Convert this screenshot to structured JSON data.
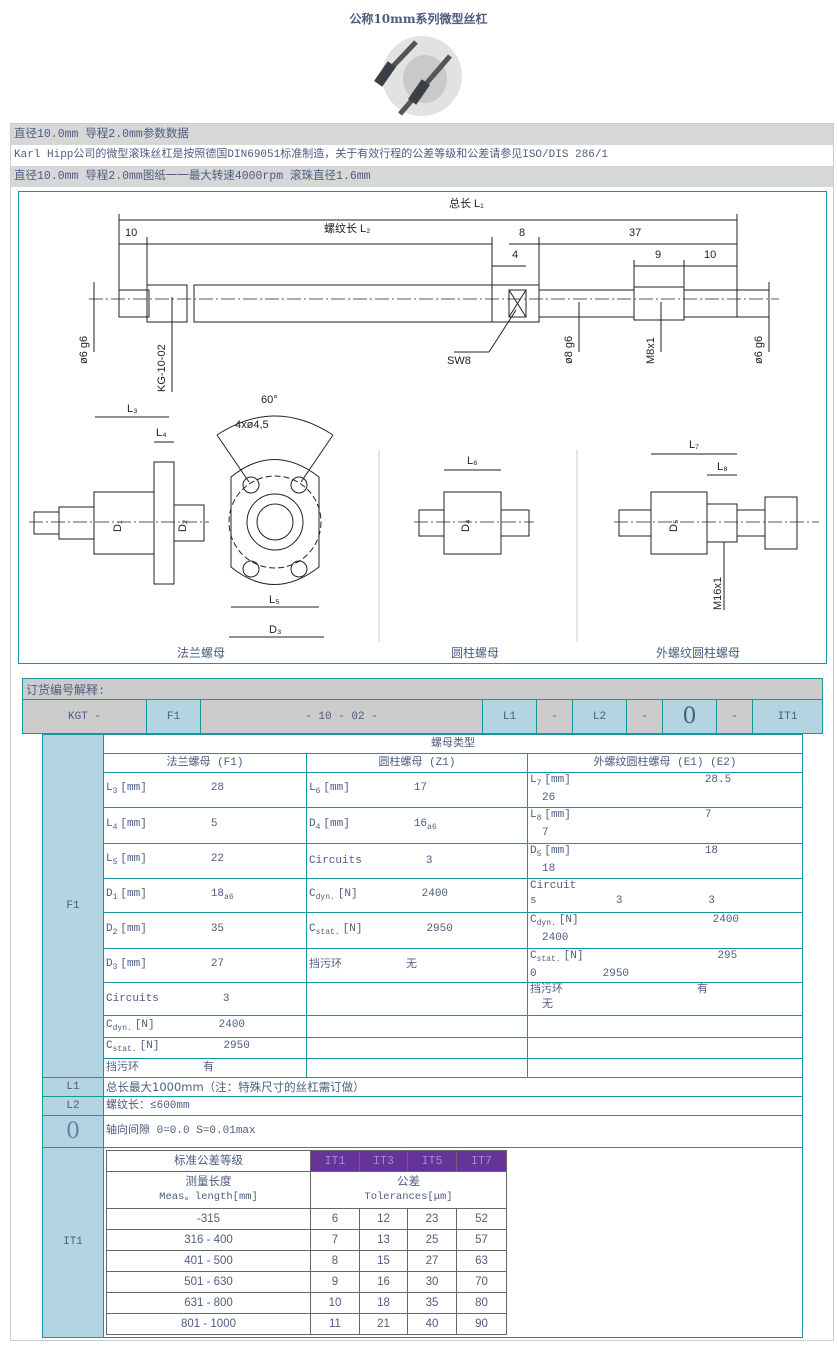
{
  "title": "公称10mm系列微型丝杠",
  "bands": {
    "params": "直径10.0mm 导程2.0mm参数数据",
    "desc": "Karl Hipp公司的微型滚珠丝杠是按照德国DIN69051标准制造，关于有效行程的公差等级和公差请参见ISO/DIS 286/1",
    "drawing": "直径10.0mm 导程2.0mm图纸一一最大转速4000rpm 滚珠直径1.6mm"
  },
  "drawing": {
    "total_length": "总长 L₁",
    "thread_length": "螺纹长 L₂",
    "dim_10a": "10",
    "dim_8": "8",
    "dim_37": "37",
    "dim_4": "4",
    "dim_9": "9",
    "dim_10b": "10",
    "d6_left": "ø6 g6",
    "kg": "KG-10-02",
    "sw8": "SW8",
    "d8": "ø8 g6",
    "m8": "M8x1",
    "d6_right": "ø6 g6",
    "angle": "60°",
    "holes": "4xø4,5",
    "L3": "L₃",
    "L4": "L₄",
    "L5": "L₅",
    "D1": "D₁",
    "D2": "D₂",
    "D3": "D₃",
    "L6": "L₆",
    "D4": "D₄",
    "L7": "L₇",
    "L8": "L₈",
    "D5": "D₅",
    "m16": "M16x1",
    "captions": [
      "法兰螺母",
      "圆柱螺母",
      "外螺纹圆柱螺母"
    ]
  },
  "order": {
    "header": "订货编号解释:",
    "cells": [
      "KGT  -",
      "F1",
      "-  10  -  02  -",
      "L1",
      "-",
      "L2",
      "-",
      "0",
      "-",
      "IT1"
    ]
  },
  "spec": {
    "nut_type": "螺母类型",
    "types": [
      "法兰螺母 (F1)",
      "圆柱螺母 (Z1)",
      "外螺纹圆柱螺母 (E1) (E2)"
    ],
    "F1": "F1",
    "rows": [
      [
        {
          "s": "L",
          "b": "3",
          "u": "[mm]",
          "v": "28"
        },
        {
          "s": "L",
          "b": "6",
          "u": "[mm]",
          "v": "17"
        },
        {
          "s": "L",
          "b": "7",
          "u": "[mm]",
          "v": "28.5",
          "v2": "26"
        }
      ],
      [
        {
          "s": "L",
          "b": "4",
          "u": "[mm]",
          "v": "5"
        },
        {
          "s": "D",
          "b": "4",
          "u": "[mm]",
          "v": "16",
          "vb": "a6"
        },
        {
          "s": "L",
          "b": "8",
          "u": "[mm]",
          "v": "7",
          "v2": "7"
        }
      ],
      [
        {
          "s": "L",
          "b": "5",
          "u": "[mm]",
          "v": "22"
        },
        {
          "s": "Circuits",
          "v": "3"
        },
        {
          "s": "D",
          "b": "5",
          "u": "[mm]",
          "v": "18",
          "v2": "18"
        }
      ],
      [
        {
          "s": "D",
          "b": "1",
          "u": "[mm]",
          "v": "18",
          "vb": "a6"
        },
        {
          "s": "C",
          "b": "dyn.",
          "u": "[N]",
          "v": "2400"
        },
        {
          "s": "Circuit",
          "v": "",
          "v2": "s            3             3"
        }
      ],
      [
        {
          "s": "D",
          "b": "2",
          "u": "[mm]",
          "v": "35"
        },
        {
          "s": "C",
          "b": "stat.",
          "u": "[N]",
          "v": "2950"
        },
        {
          "s": "C",
          "b": "dyn.",
          "u": "[N]",
          "v": "2400",
          "v2": "2400"
        }
      ],
      [
        {
          "s": "D",
          "b": "3",
          "u": "[mm]",
          "v": "27"
        },
        {
          "s": "挡污环",
          "v": "无"
        },
        {
          "s": "C",
          "b": "stat.",
          "u": "[N]",
          "v": "295",
          "v2": "0          2950"
        }
      ],
      [
        {
          "s": "Circuits",
          "v": "3"
        },
        {},
        {
          "s": "挡污环",
          "v": "有",
          "v2": "无"
        }
      ],
      [
        {
          "s": "C",
          "b": "dyn.",
          "u": "[N]",
          "v": "2400"
        },
        {},
        {}
      ],
      [
        {
          "s": "C",
          "b": "stat.",
          "u": "[N]",
          "v": "2950"
        },
        {},
        {}
      ],
      [
        {
          "s": "挡污环",
          "v": "有"
        },
        {},
        {}
      ]
    ],
    "L1": {
      "key": "L1",
      "text": "总长最大1000mm（注：特殊尺寸的丝杠需订做）"
    },
    "L2": {
      "key": "L2",
      "text": "螺纹长：≤600mm"
    },
    "zero": {
      "key": "0",
      "text": "轴向间隙  0=0.0     S=0.01max"
    },
    "IT1": {
      "key": "IT1"
    }
  },
  "tolerance": {
    "grade_label": "标准公差等级",
    "grades": [
      "IT1",
      "IT3",
      "IT5",
      "IT7"
    ],
    "length_label": "测量长度",
    "length_label_en": "Meas。length[mm]",
    "tol_label": "公差",
    "tol_label_en": "Tolerances[μm]",
    "rows": [
      [
        "-315",
        "6",
        "12",
        "23",
        "52"
      ],
      [
        "316  -  400",
        "7",
        "13",
        "25",
        "57"
      ],
      [
        "401  -  500",
        "8",
        "15",
        "27",
        "63"
      ],
      [
        "501  -  630",
        "9",
        "16",
        "30",
        "70"
      ],
      [
        "631  -  800",
        "10",
        "18",
        "35",
        "80"
      ],
      [
        "801  -  1000",
        "11",
        "21",
        "40",
        "90"
      ]
    ]
  },
  "colors": {
    "teal": "#139999",
    "side": "#b3d4e0",
    "purple": "#663399",
    "band": "#d7d7d7"
  }
}
